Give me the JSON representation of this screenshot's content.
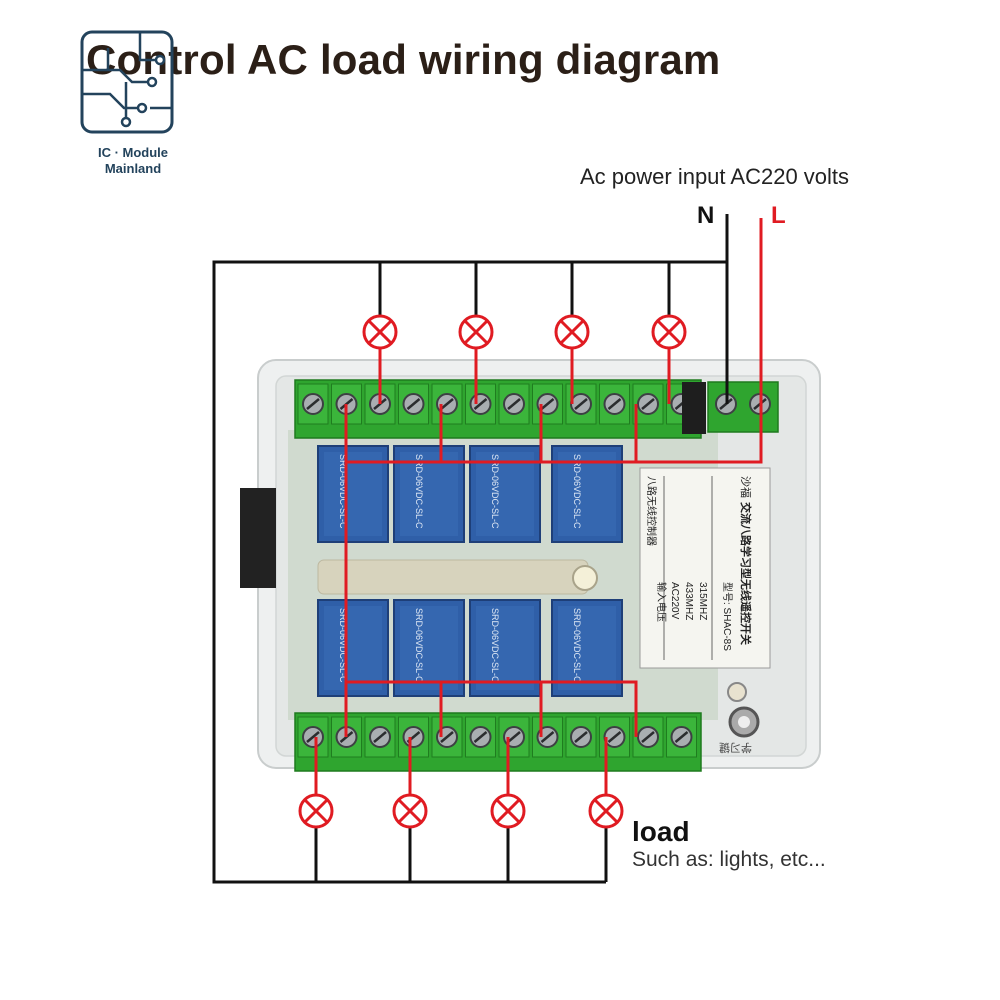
{
  "title": "Control AC load wiring diagram",
  "logo": {
    "line1": "IC · Module",
    "line2": "Mainland",
    "icon": "circuit-board-icon"
  },
  "power": {
    "label": "Ac power input AC220 volts",
    "neutral": "N",
    "live": "L"
  },
  "load": {
    "title": "load",
    "subtitle": "Such as: lights, etc..."
  },
  "module": {
    "model": "型号: SHAC-8S",
    "name": "交流八路学习型无线遥控开关",
    "freq_315": "315MHZ",
    "freq_433": "433MHZ",
    "voltage": "AC220V",
    "brand": "沙福",
    "input_label": "输入电压",
    "controller": "八路无线控制器",
    "relay_text": "SRD-06VDC-SL-C",
    "relay_count": 8,
    "top_terminals": 12,
    "bottom_terminals": 12,
    "power_terminals": 2,
    "button_label": "学习键"
  },
  "lamps": {
    "top_count": 4,
    "bottom_count": 4,
    "symbol": "lamp-icon"
  },
  "colors": {
    "live_wire": "#e01b22",
    "neutral_wire": "#111111",
    "terminal_green": "#2fa52f",
    "relay_blue": "#2f5fa8",
    "title": "#2b1f17",
    "logo": "#23435c"
  }
}
